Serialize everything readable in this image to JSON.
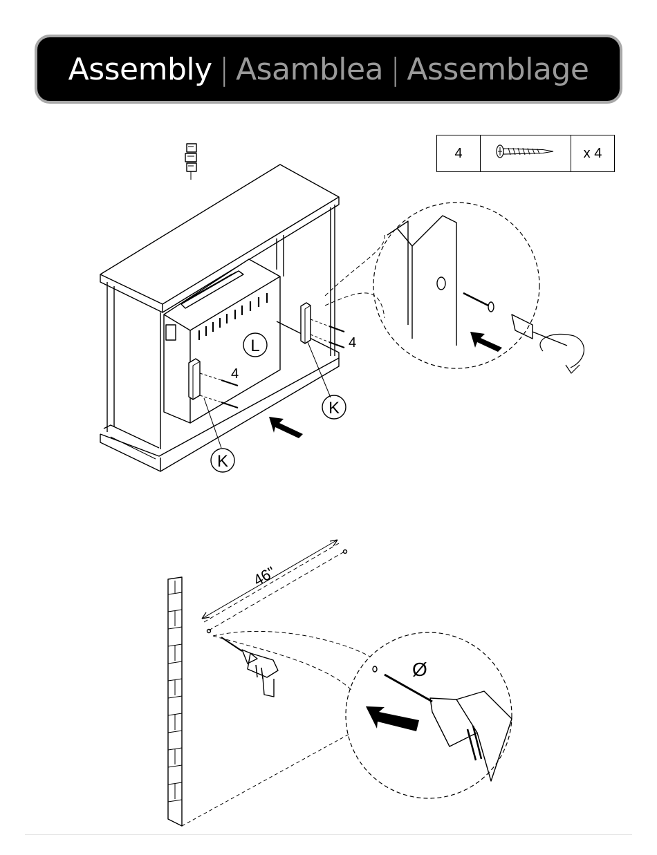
{
  "header": {
    "title_en": "Assembly",
    "separator": "|",
    "title_es": "Asamblea",
    "title_fr": "Assemblage"
  },
  "hardware": {
    "part_id": "4",
    "quantity": "x 4",
    "icon": "wood-screw-icon"
  },
  "step1": {
    "unit_label": "L",
    "bracket_label_right": "K",
    "bracket_label_left": "K",
    "screw_count_right": "4",
    "screw_count_left": "4"
  },
  "step2": {
    "distance_label": "46\"",
    "diameter_symbol": "Ø"
  }
}
